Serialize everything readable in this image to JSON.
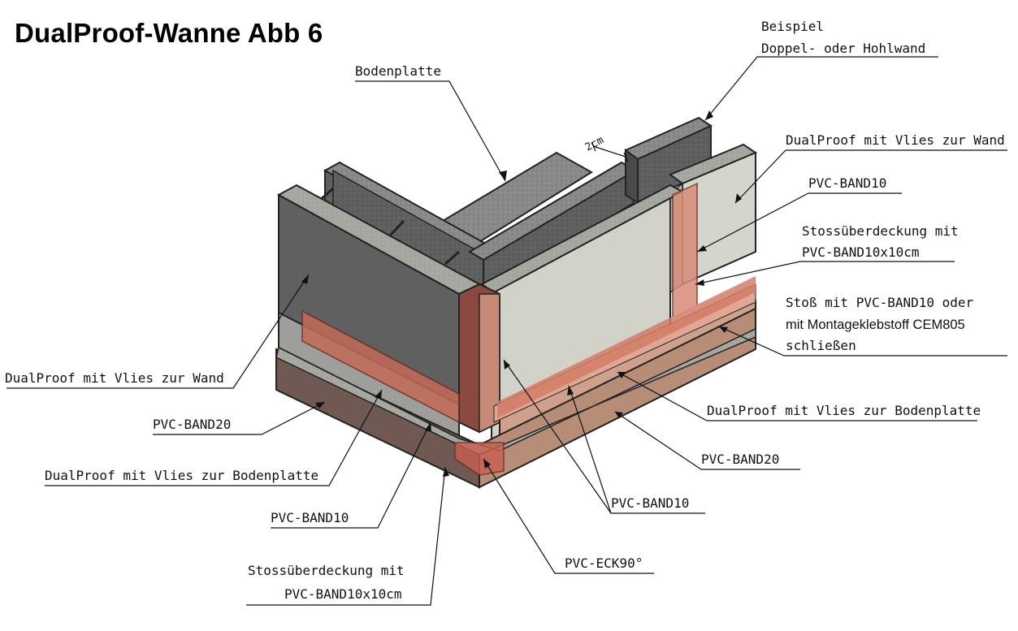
{
  "title": "DualProof-Wanne Abb 6",
  "labels": {
    "beispiel_line1": "Beispiel",
    "beispiel_line2": "Doppel- oder Hohlwand",
    "bodenplatte": "Bodenplatte",
    "dualproof_wand_right": "DualProof mit Vlies zur Wand",
    "pvc_band10_upper_right": "PVC-BAND10",
    "stoss_right_line1": "Stossüberdeckung mit",
    "stoss_right_line2": "PVC-BAND10x10cm",
    "stoss_pvc_line1": "Stoß mit PVC-BAND10 oder",
    "stoss_pvc_line2": "mit Montageklebstoff CEM805",
    "stoss_pvc_line3": "schließen",
    "dualproof_bodenplatte_right": "DualProof mit Vlies zur Bodenplatte",
    "pvc_band20_right": "PVC-BAND20",
    "pvc_band10_bottom": "PVC-BAND10",
    "pvc_eck90": "PVC-ECK90°",
    "stoss_left_line1": "Stossüberdeckung mit",
    "stoss_left_line2": "PVC-BAND10x10cm",
    "pvc_band10_left": "PVC-BAND10",
    "dualproof_bodenplatte_left": "DualProof mit Vlies zur Bodenplatte",
    "pvc_band20_left": "PVC-BAND20",
    "dualproof_wand_left": "DualProof mit Vlies zur Wand",
    "dimension_2cm": "2cm"
  },
  "colors": {
    "concrete": "#8c8c8c",
    "concrete_dark": "#5e5e5e",
    "membrane": "#d4d2c8",
    "membrane_dark": "#8f8d87",
    "pvc_band": "#c98a72",
    "pvc_band_strong": "#b85a47",
    "base": "#6e5a55"
  }
}
